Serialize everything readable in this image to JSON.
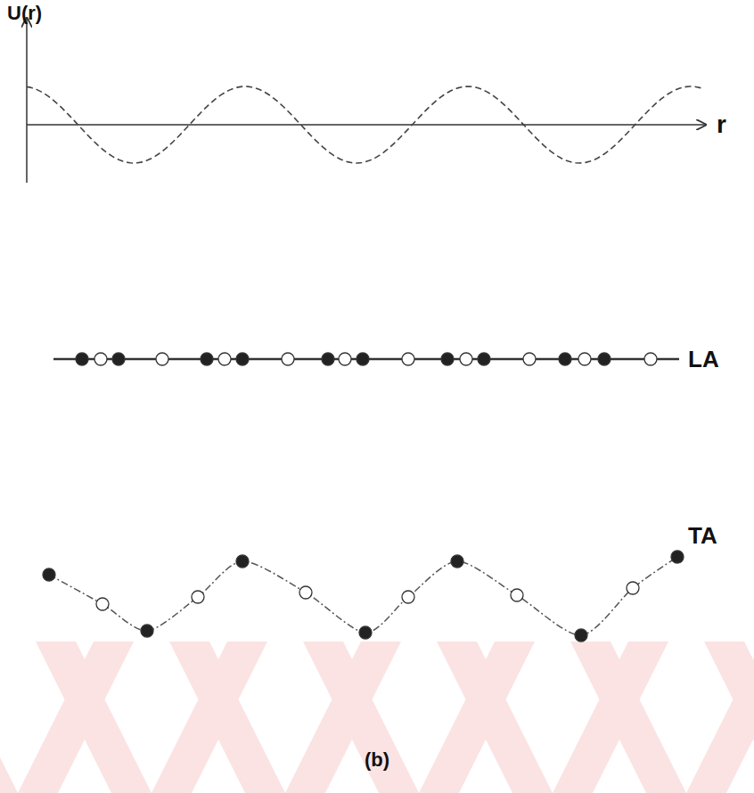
{
  "diagram": {
    "labels": [
      "U(r)",
      "r",
      "LA",
      "TA",
      "(b)"
    ]
  }
}
